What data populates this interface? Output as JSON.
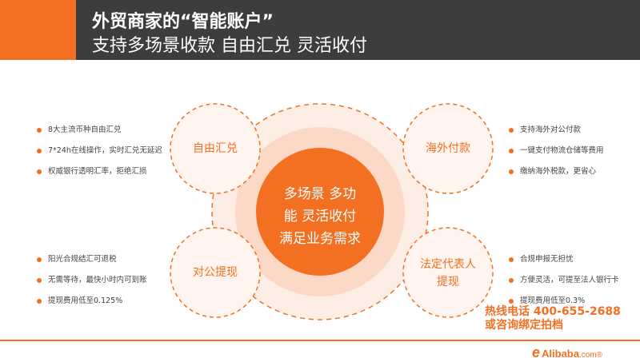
{
  "header": {
    "title": "外贸商家的“智能账户”",
    "subtitle": "支持多场景收款 自由汇兑 灵活收付"
  },
  "center": {
    "lines": [
      "多场景 多功",
      "能 灵活收付",
      "满足业务需求"
    ]
  },
  "nodes": {
    "top_left": "自由汇兑",
    "top_right": "海外付款",
    "bottom_left": "对公提现",
    "bottom_right": [
      "法定代表人",
      "提现"
    ]
  },
  "bullets": {
    "top_left": [
      "8大主流币种自由汇兑",
      "7*24h在线操作，实时汇兑无延迟",
      "权威银行透明汇率，拒绝汇损"
    ],
    "top_right": [
      "支持海外对公付款",
      "一键支付物流仓储等费用",
      "缴纳海外税款，更省心"
    ],
    "bottom_left": [
      "阳光合规结汇可退税",
      "无需等待，最快小时内可到账",
      "提现费用低至0.125%"
    ],
    "bottom_right": [
      "合规申报无担忧",
      "方便灵活，可提至法人银行卡",
      "提现费用低至0.3%"
    ]
  },
  "hotline": {
    "line1": "热线电话 400-655-2688",
    "line2": "或咨询绑定拍档"
  },
  "logo": {
    "mark": "e",
    "name": "Alibaba",
    "suffix": ".com",
    "trademark": "®"
  },
  "colors": {
    "accent": "#f36f21",
    "header_bar": "#3d3d3d",
    "halo_outer": "#fdeee5",
    "halo_inner": "#fbd9c6",
    "node_fill": "#fff4ee"
  }
}
